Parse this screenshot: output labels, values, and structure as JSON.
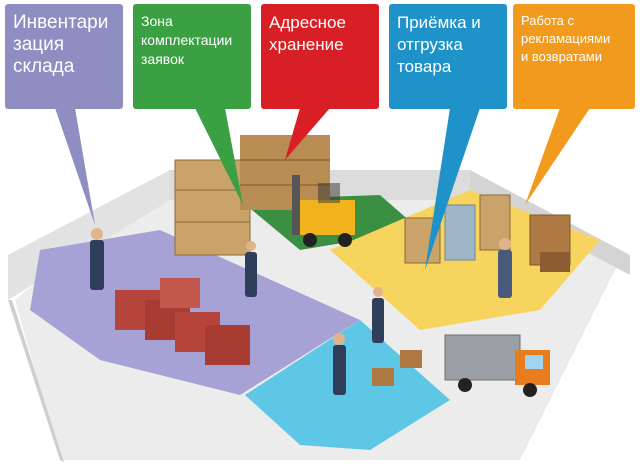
{
  "callouts": [
    {
      "id": "inventory",
      "text": "Инвентари\nзация\nсклада",
      "color": "#8e8ec2"
    },
    {
      "id": "picking",
      "text": "Зона\nкомплектации\nзаявок",
      "color": "#3aa043"
    },
    {
      "id": "address",
      "text": "Адресное\nхранение",
      "color": "#d81f26"
    },
    {
      "id": "receiving",
      "text": "Приёмка и\nотгрузка\nтовара",
      "color": "#1f93c9"
    },
    {
      "id": "returns",
      "text": "Работа с\nрекламациями\nи возвратами",
      "color": "#f29a1d"
    }
  ],
  "zones": {
    "inventory": "#a7a2d6",
    "picking": "#3a8f43",
    "receiving_yellow": "#f6d45e",
    "shipping_blue": "#5ec7e6",
    "walls": "#e6e6e6",
    "floor_bg": "#ececec"
  },
  "truck": {
    "cab_color": "#e87d20",
    "trailer_color": "#9aa0a6"
  }
}
